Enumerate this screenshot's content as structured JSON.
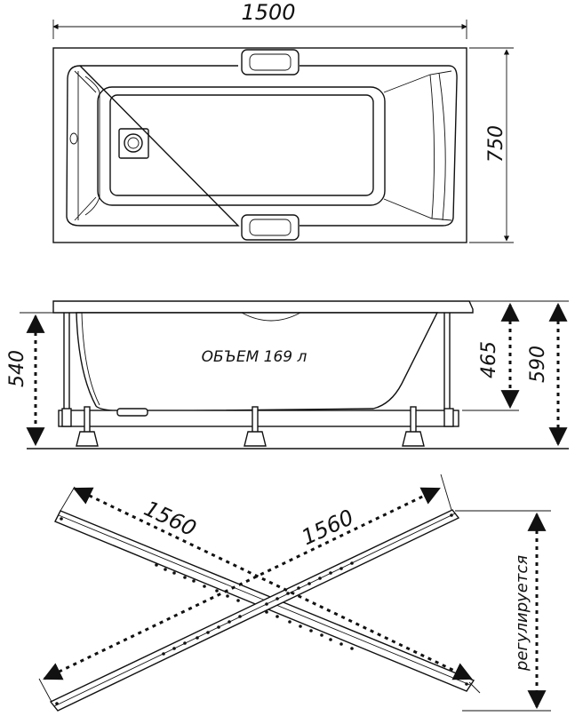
{
  "top_view": {
    "length": "1500",
    "width": "750"
  },
  "side_view": {
    "volume": "ОБЪЕМ 169 л",
    "height_left": "540",
    "height_inner": "465",
    "height_total": "590"
  },
  "frame_view": {
    "diag_left": "1560",
    "diag_right": "1560",
    "adjustable": "регулируется"
  }
}
